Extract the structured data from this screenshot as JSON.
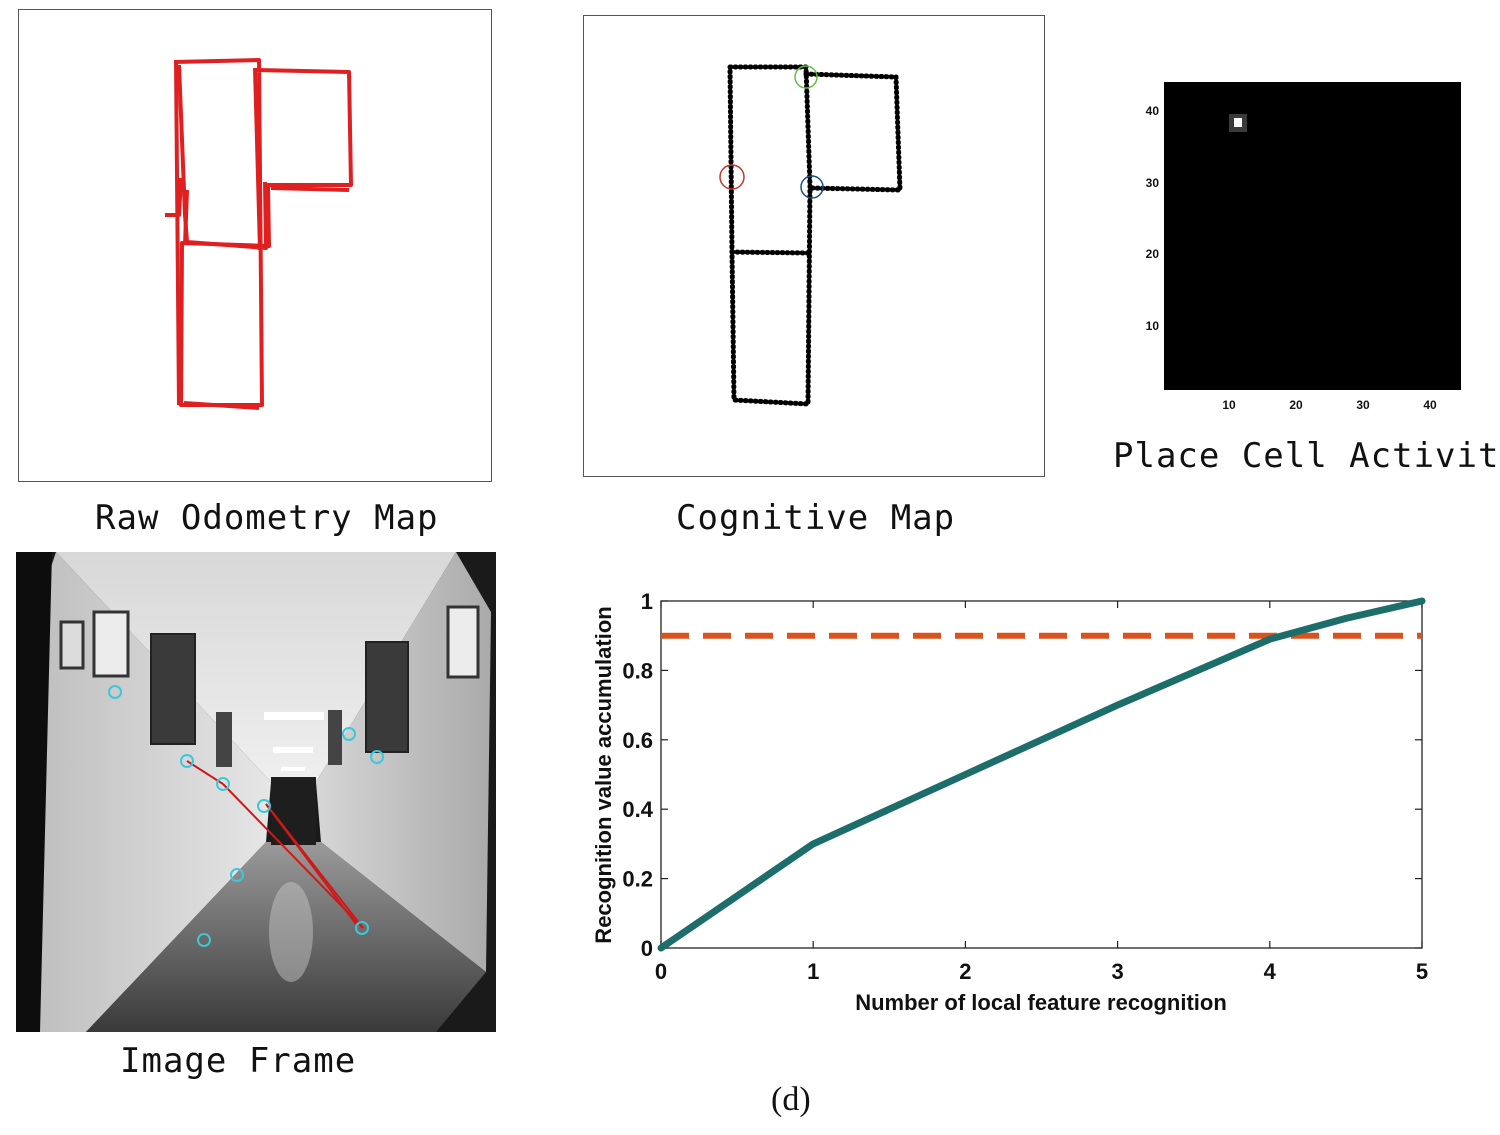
{
  "captions": {
    "raw_odometry": "Raw Odometry Map",
    "cognitive": "Cognitive Map",
    "place_cell": "Place Cell Activity",
    "image_frame": "Image Frame",
    "figure_label": "(d)"
  },
  "colors": {
    "odometry_trace": "#e02020",
    "cognitive_trace": "#000000",
    "curve": "#1d6e6b",
    "threshold": "#d9531e",
    "feature_marker": "#3cc8d8",
    "match_arrow": "#d01818"
  },
  "place_cell": {
    "x_ticks": [
      "10",
      "20",
      "30",
      "40"
    ],
    "y_ticks": [
      "40",
      "30",
      "20",
      "10"
    ]
  },
  "chart_data": {
    "type": "line",
    "xlabel": "Number of local feature recognition",
    "ylabel": "Recognition value accumulation",
    "xlim": [
      0,
      5
    ],
    "ylim": [
      0,
      1
    ],
    "x_ticks": [
      "0",
      "1",
      "2",
      "3",
      "4",
      "5"
    ],
    "y_ticks": [
      "0",
      "0.2",
      "0.4",
      "0.6",
      "0.8",
      "1"
    ],
    "grid": false,
    "series": [
      {
        "x": [
          0,
          1,
          2,
          3,
          4,
          4.5,
          5
        ],
        "y": [
          0,
          0.3,
          0.5,
          0.7,
          0.89,
          0.95,
          1.0
        ]
      }
    ],
    "threshold": 0.9
  }
}
